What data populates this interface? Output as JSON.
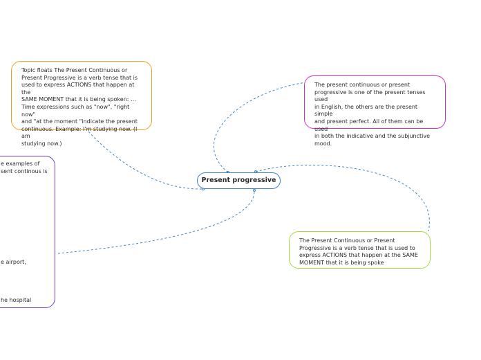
{
  "central": {
    "label": "Present progressive"
  },
  "topic_orange": {
    "text": "Topic floats The Present Continuous or\nPresent Progressive is a verb tense that is\nused to express ACTIONS that happen at the\nSAME MOMENT that it is being spoken: ...\nTime expressions such as \"now\", \"right now\"\nand \"at the moment \"indicate the present\ncontinuous. Example: I'm studying now. (I am\nstudying now.)",
    "border_color": "#f0a020"
  },
  "topic_magenta": {
    "text": "The present continuous or present\nprogressive is one of the present tenses used\nin English, the others are the present simple\nand present perfect. All of them can be used\nin both the indicative and the subjunctive\nmood.",
    "border_color": "#d02ec8"
  },
  "topic_purple": {
    "line_1": "e examples of",
    "line_2": "sent continous is",
    "line_3": "e airport,",
    "line_4": "he hospital",
    "border_color": "#6a3ed0"
  },
  "topic_green": {
    "text": "The Present Continuous or Present\nProgressive is a verb tense that is used to\nexpress ACTIONS that happen at the SAME\nMOMENT that it is being spoke",
    "border_color": "#a4dc3c"
  },
  "connector_color": "#3b83c4"
}
